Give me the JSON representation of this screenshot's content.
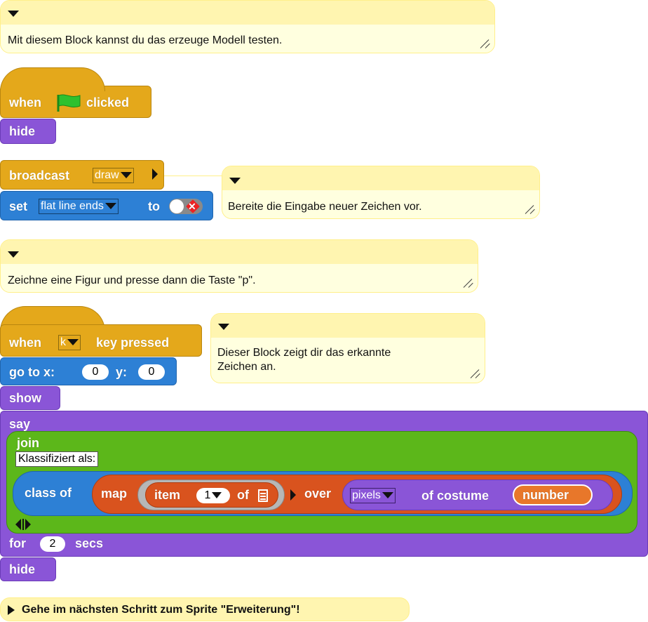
{
  "comments": {
    "c1": "Mit diesem Block kannst du das erzeuge Modell testen.",
    "c2": "Bereite die Eingabe neuer Zeichen vor.",
    "c3": "Zeichne eine Figur und presse dann die Taste \"p\".",
    "c4_line1": "Dieser Block zeigt dir das erkannte",
    "c4_line2": "Zeichen an.",
    "c5": "Gehe im nächsten Schritt zum Sprite \"Erweiterung\"!"
  },
  "script1": {
    "when": "when",
    "clicked": "clicked",
    "hide": "hide"
  },
  "script2": {
    "broadcast": "broadcast",
    "message": "draw",
    "set": "set",
    "setting": "flat line ends",
    "to": "to"
  },
  "script3": {
    "when": "when",
    "key": "k",
    "key_pressed": "key pressed",
    "goto": "go to x:",
    "x": "0",
    "y_label": "y:",
    "y": "0",
    "show": "show",
    "say": "say",
    "join": "join",
    "join_text": "Klassifiziert als: ",
    "class_of": "class of",
    "map": "map",
    "item": "item",
    "item_index": "1",
    "of": "of",
    "over": "over",
    "attribute": "pixels",
    "of_costume": "of costume",
    "costume": "number",
    "for": "for",
    "secs_value": "2",
    "secs": "secs",
    "hide": "hide"
  },
  "colors": {
    "control": "#e4a81b",
    "looks": "#8a55d7",
    "motion": "#2d80d5",
    "operators": "#5cb71a",
    "lists": "#d9531e",
    "flag": "#2ec12e",
    "comment": "#ffffdf"
  }
}
